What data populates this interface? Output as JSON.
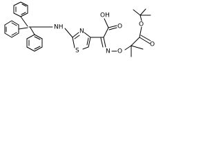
{
  "atom_labels": {
    "nh": "NH",
    "n_thiazole": "N",
    "s_thiazole": "S",
    "oh": "OH",
    "o_carbonyl": "O",
    "n_oxime": "N",
    "o_oxime": "O",
    "o_ester_carbonyl": "O",
    "o_ester": "O"
  }
}
